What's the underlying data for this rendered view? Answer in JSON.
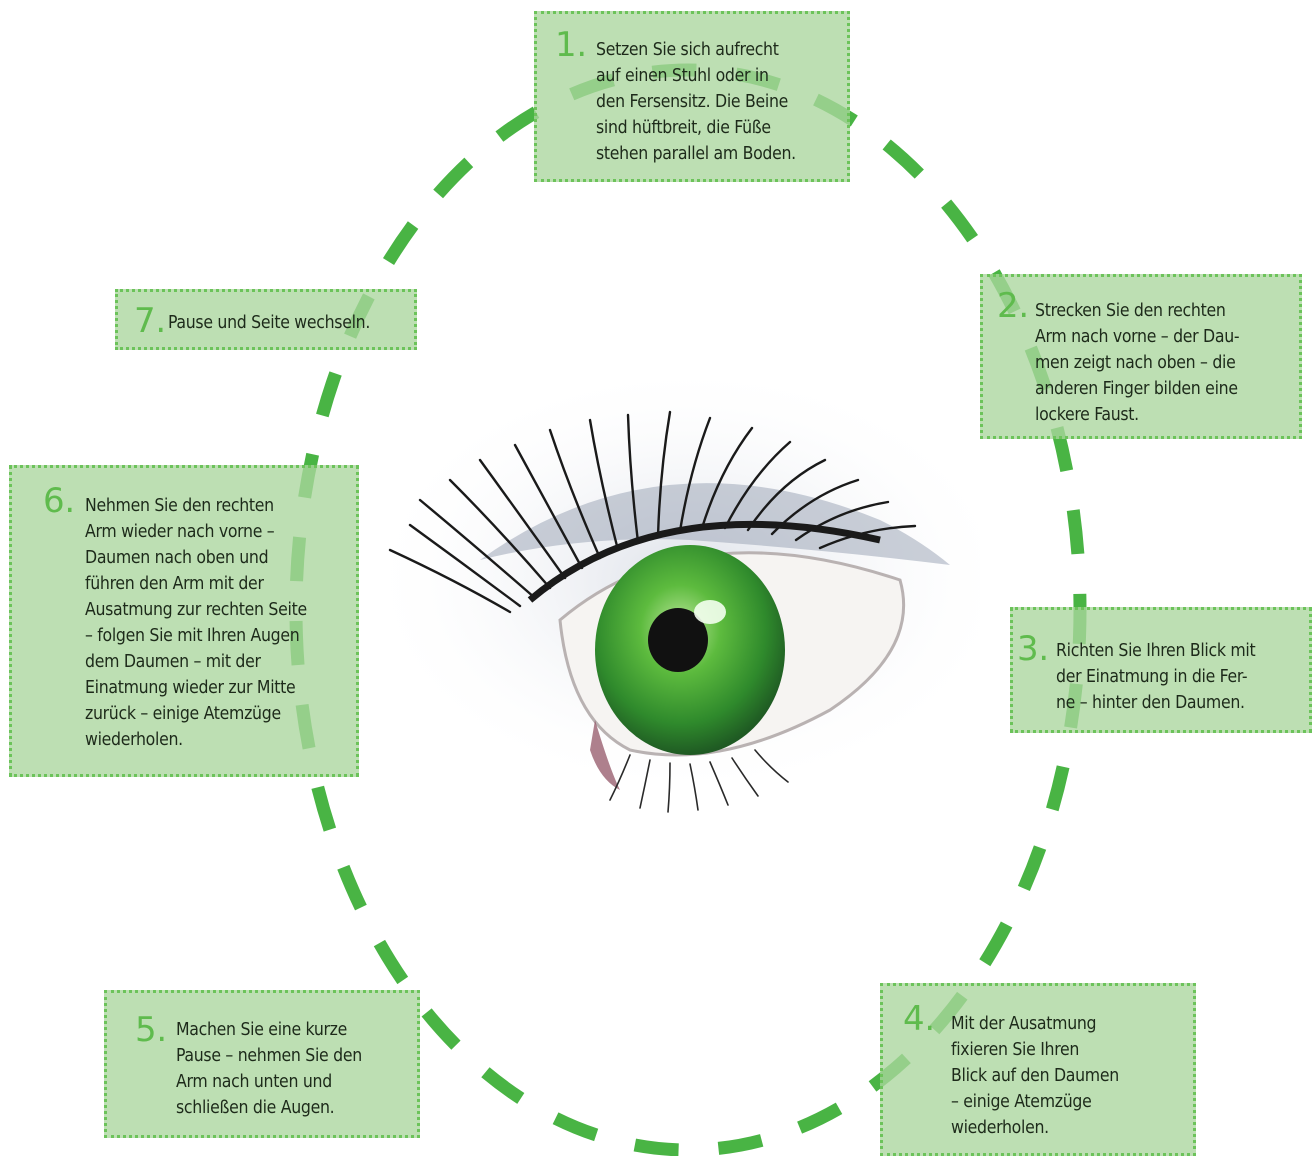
{
  "accent_color": "#4cb648",
  "box_color": "#b7dcab",
  "steps": [
    {
      "num": "1.",
      "lines": [
        "Setzen Sie sich aufrecht",
        "auf einen Stuhl oder in",
        "den Fersensitz. Die Beine",
        "sind hüftbreit, die Füße",
        "stehen parallel am Boden."
      ]
    },
    {
      "num": "2.",
      "lines": [
        "Strecken Sie den rechten",
        "Arm nach vorne – der Dau-",
        "men zeigt nach oben – die",
        "anderen Finger bilden eine",
        "lockere Faust."
      ]
    },
    {
      "num": "3.",
      "lines": [
        "Richten Sie Ihren Blick mit",
        "der Einatmung in die Fer-",
        "ne – hinter den Daumen."
      ]
    },
    {
      "num": "4.",
      "lines": [
        "Mit der Ausatmung",
        "fixieren Sie Ihren",
        "Blick auf den Daumen",
        "– einige Atemzüge",
        "wiederholen."
      ]
    },
    {
      "num": "5.",
      "lines": [
        "Machen Sie eine kurze",
        "Pause – nehmen Sie den",
        "Arm nach unten und",
        "schließen die Augen."
      ]
    },
    {
      "num": "6.",
      "lines": [
        "Nehmen Sie den rechten",
        "Arm wieder nach vorne –",
        "Daumen nach oben und",
        "führen den Arm mit der",
        "Ausatmung zur rechten Seite",
        "– folgen Sie mit Ihren Augen",
        "dem Daumen – mit der",
        "Einatmung wieder zur Mitte",
        "zurück – einige Atemzüge",
        "wiederholen."
      ]
    },
    {
      "num": "7.",
      "lines": [
        "Pause und Seite wechseln."
      ]
    }
  ]
}
